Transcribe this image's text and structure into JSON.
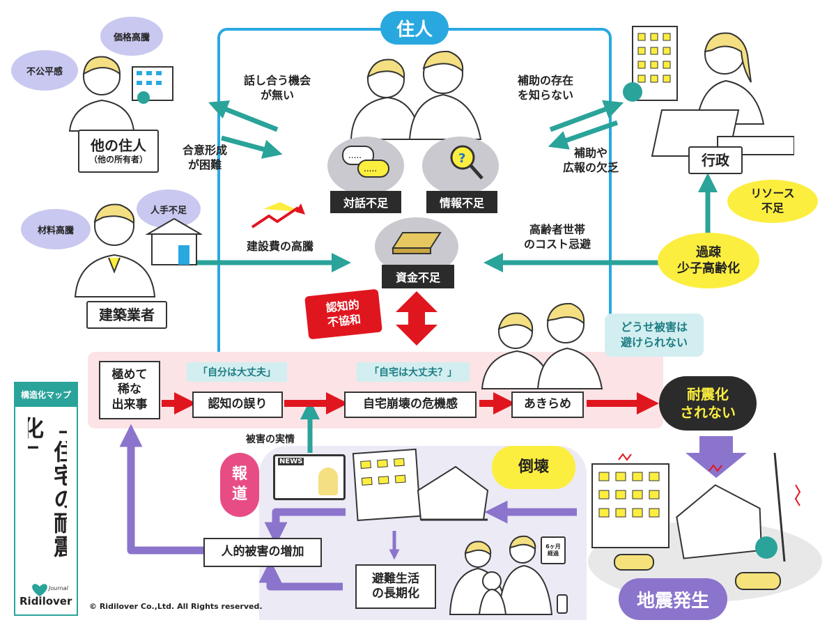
{
  "residents": {
    "title": "住人"
  },
  "other_residents": {
    "name": "他の住人",
    "sub": "（他の所有者）",
    "concerns": [
      "価格高騰",
      "不公平感"
    ]
  },
  "builders": {
    "name": "建築業者",
    "concerns": [
      "人手不足",
      "材料高騰"
    ]
  },
  "government": {
    "name": "行政"
  },
  "issues": {
    "dialogue": "対話不足",
    "info": "情報不足",
    "funds": "資金不足"
  },
  "labels": {
    "no_chance": "話し合う機会\nが無い",
    "consensus": "合意形成\nが困難",
    "subsidy_unknown": "補助の存在\nを知らない",
    "subsidy_lack": "補助や\n広報の欠乏",
    "construction_cost": "建設費の高騰",
    "elderly": "高齢者世帯\nのコスト忌避"
  },
  "resource": "リソース\n不足",
  "depopulation": "過疎\n少子高齢化",
  "dissonance": "認知的\n不協和",
  "resignation_quote": "どうせ被害は\n避けられない",
  "flow": {
    "rare_event": "極めて\n稀な\n出来事",
    "misperception": "認知の誤り",
    "collapse_fear": "自宅崩壊の危機感",
    "giving_up": "あきらめ",
    "not_retrofitted": "耐震化\nされない",
    "quote_self": "「自分は大丈夫」",
    "quote_home": "「自宅は大丈夫？」"
  },
  "bottom": {
    "damage_reality": "被害の実情",
    "news": "報\n道",
    "news_tv": "NEWS",
    "collapse": "倒壊",
    "earthquake": "地震発生",
    "casualties": "人的被害の増加",
    "evacuation": "避難生活\nの長期化",
    "calendar": "6ヶ月\n経過"
  },
  "sidebar": {
    "tag": "構造化マップ",
    "title": "「住宅の耐震化」",
    "logo_sub": "Journal",
    "logo": "Ridilover"
  },
  "copyright": "©  Ridilover Co.,Ltd. All Rights reserved.",
  "colors": {
    "teal": "#2aa39a",
    "blue": "#29a8e0",
    "red": "#e0161f",
    "purple": "#8b74cc",
    "yellow": "#fcee3f"
  }
}
